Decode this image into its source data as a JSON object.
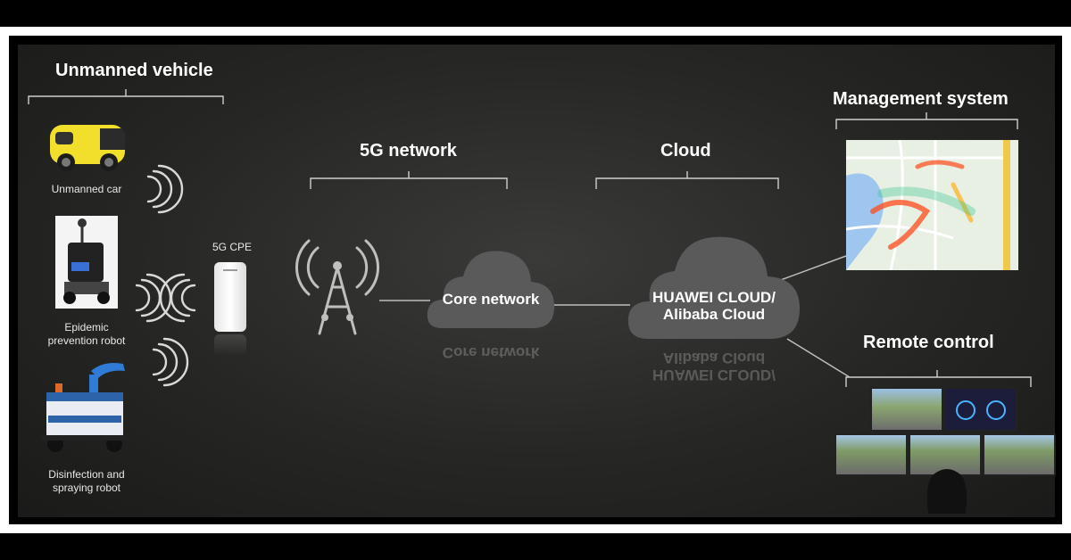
{
  "sections": {
    "unmanned_vehicle": "Unmanned vehicle",
    "network_5g": "5G network",
    "cloud": "Cloud",
    "management_system": "Management system",
    "remote_control": "Remote control"
  },
  "vehicles": [
    {
      "label": "Unmanned car",
      "icon": "unmanned-car-icon"
    },
    {
      "label": "Epidemic\nprevention robot",
      "icon": "robot-icon"
    },
    {
      "label": "Disinfection and\nspraying robot",
      "icon": "spray-robot-icon"
    }
  ],
  "cpe_label": "5G CPE",
  "core_network_label": "Core network",
  "cloud_provider_label": "HUAWEI CLOUD/\nAlibaba Cloud",
  "colors": {
    "background": "#262624",
    "cloud": "#5a5a5a",
    "car_yellow": "#f2df2c",
    "heat": "#ff4a1a"
  }
}
